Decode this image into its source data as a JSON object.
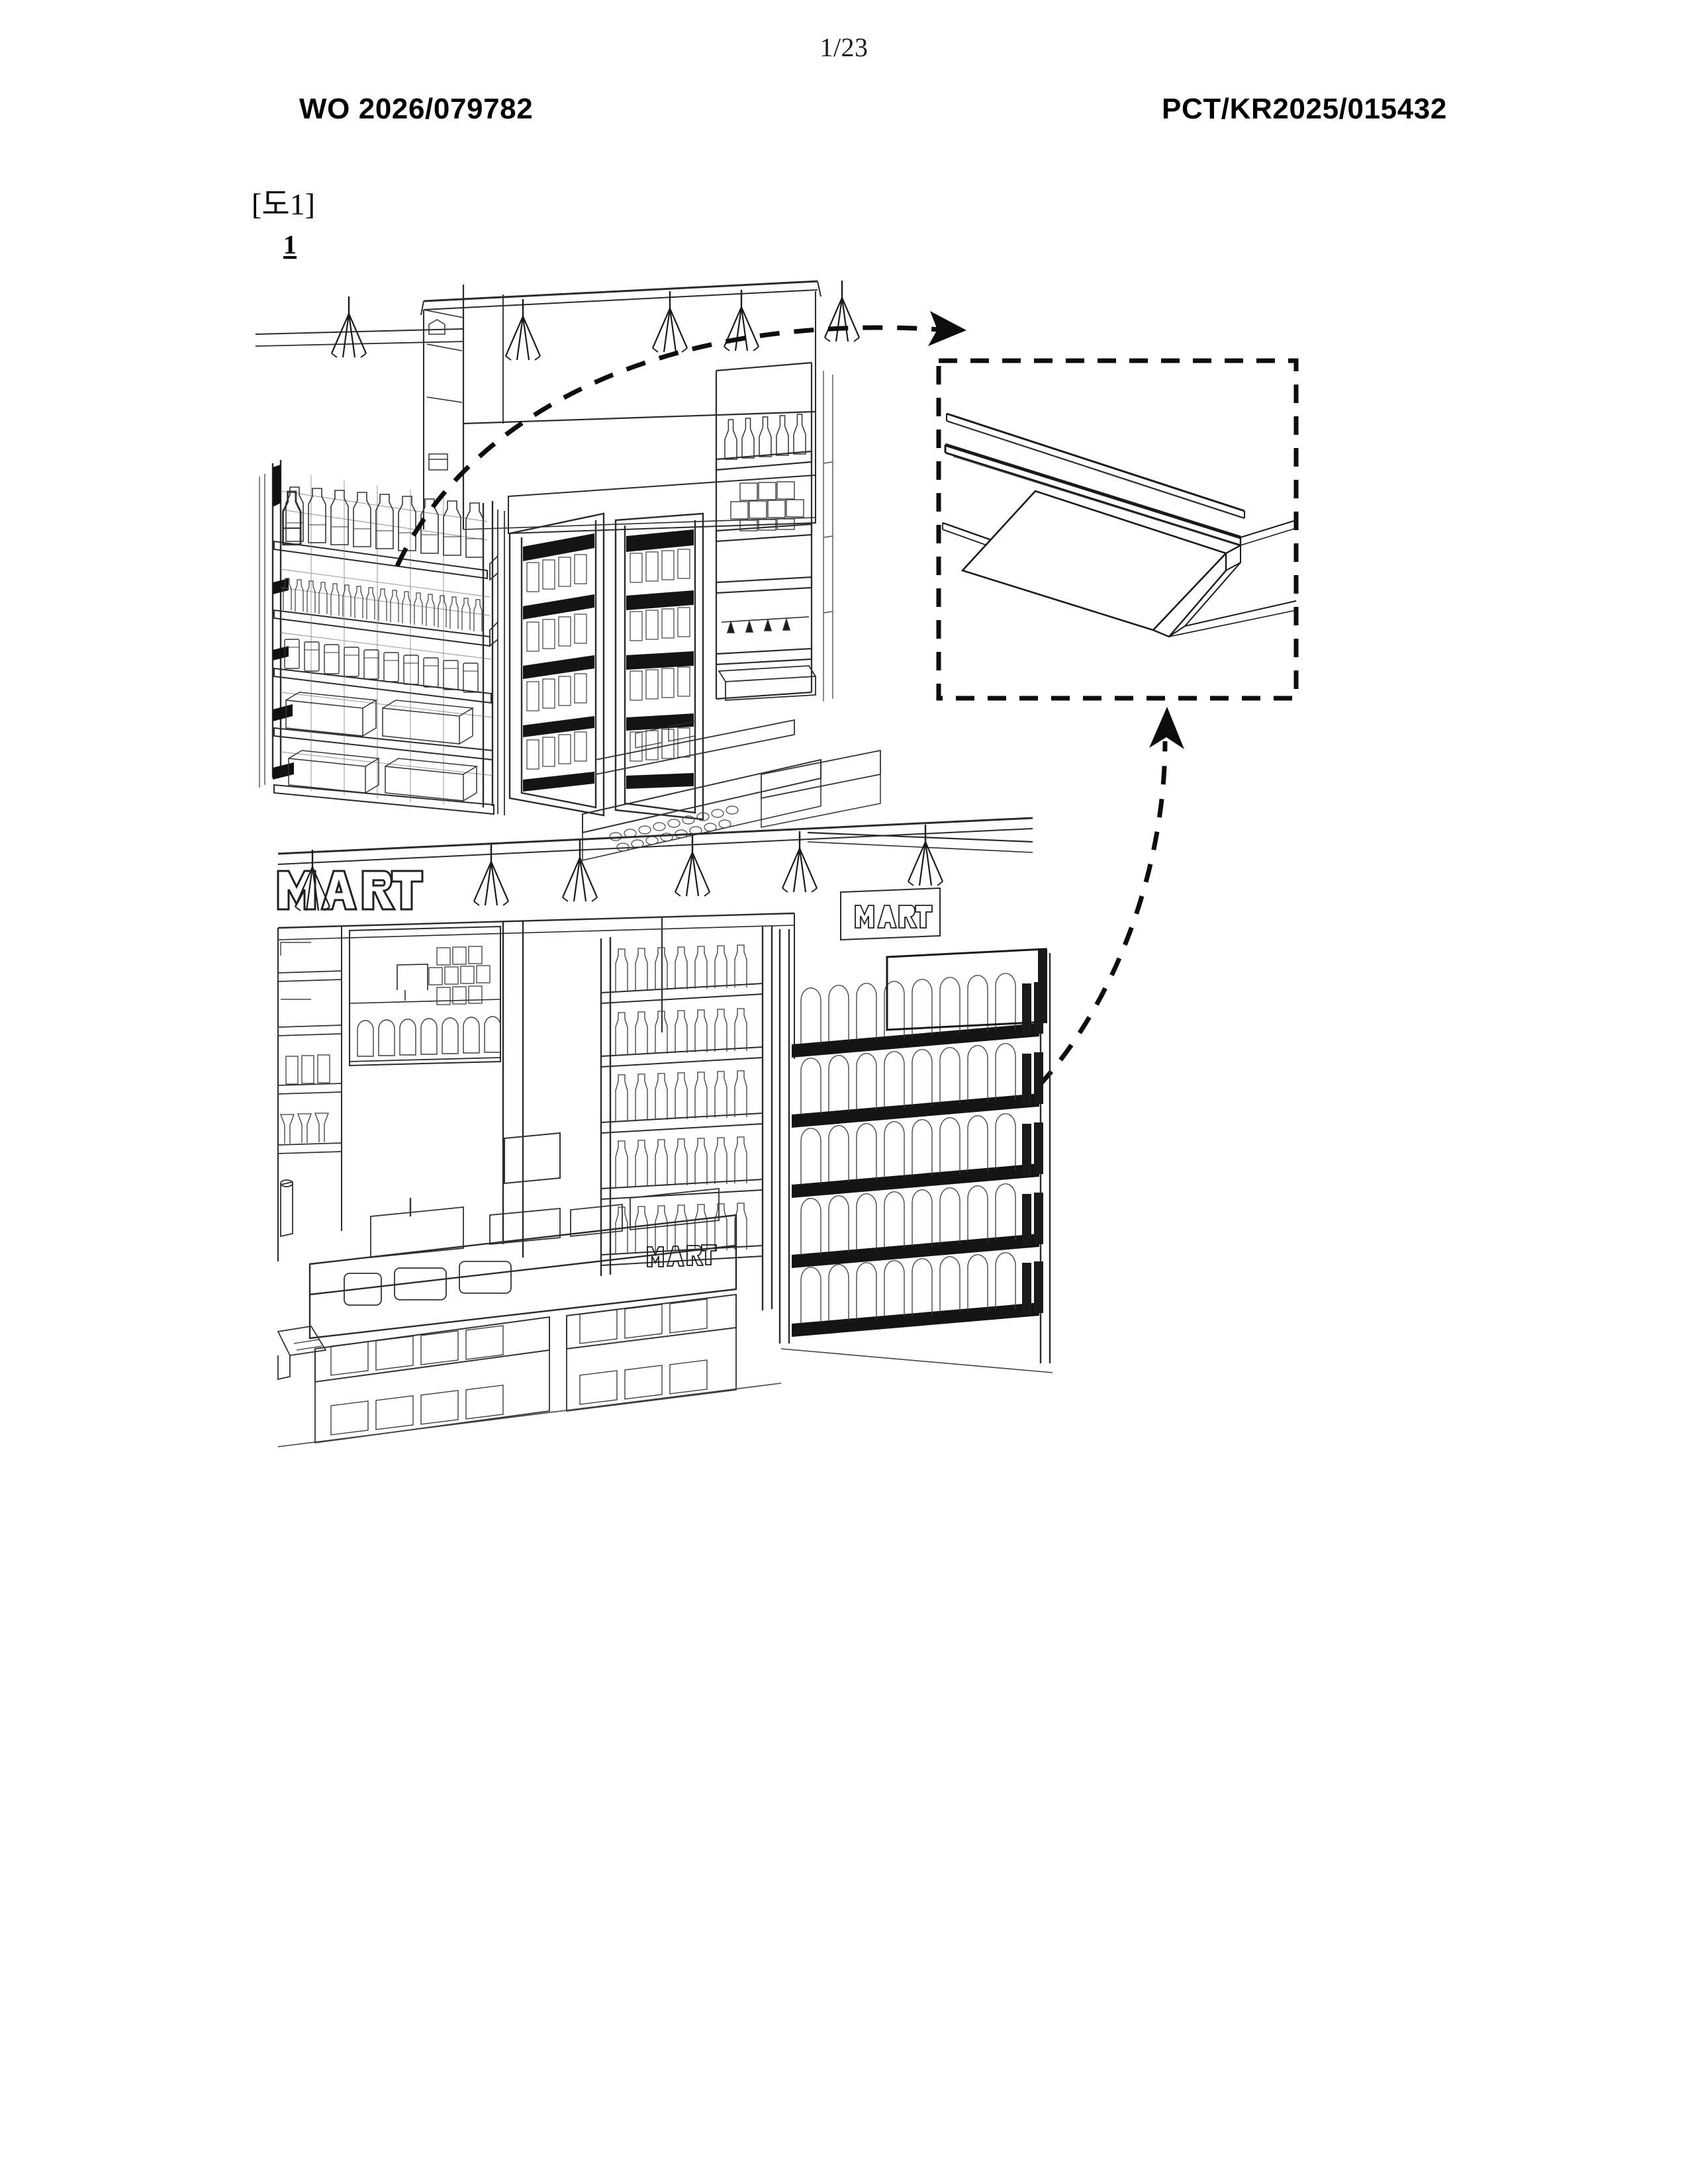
{
  "sheet": {
    "page_number": "1/23",
    "publication_number": "WO 2026/079782",
    "application_number": "PCT/KR2025/015432"
  },
  "figure": {
    "label": "[도1]",
    "reference_numeral": "1",
    "caption_text_top_sign": "MART",
    "caption_text_back_sign": "MART",
    "caption_text_counter": "MART"
  },
  "callout": {
    "type": "detail-enlargement",
    "border_style": "dashed",
    "arrow_in_label": "",
    "arrow_out_label": ""
  },
  "colors": {
    "ink": "#000000",
    "paper": "#ffffff",
    "line_light": "#4a4a4a",
    "line_mid": "#2b2b2b"
  }
}
